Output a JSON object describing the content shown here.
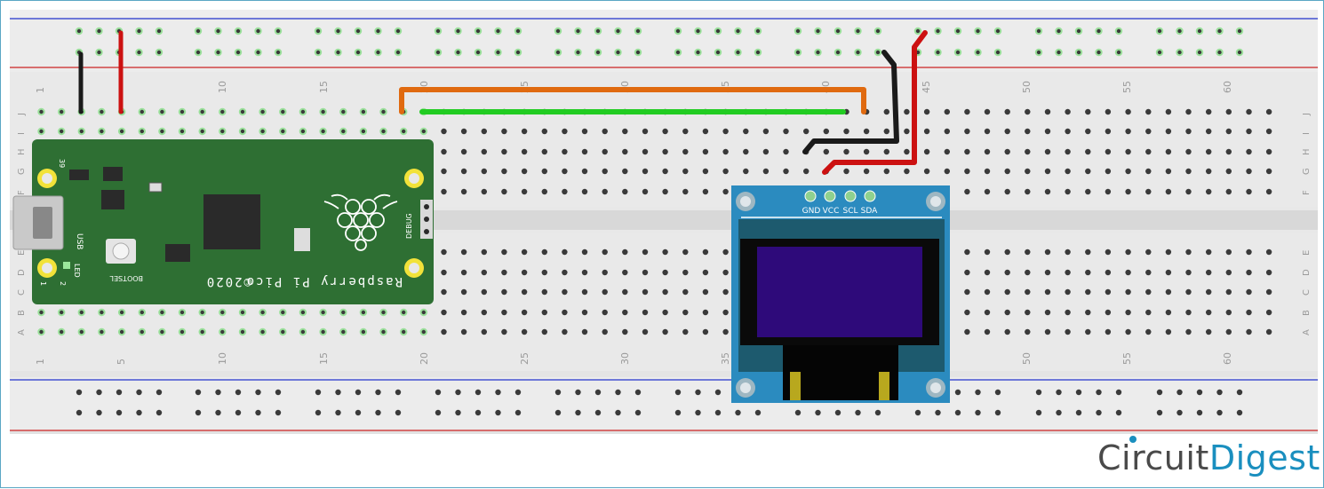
{
  "breadboard": {
    "column_numbers": [
      "1",
      "5",
      "10",
      "15",
      "20",
      "25",
      "30",
      "35",
      "40",
      "45",
      "50",
      "55",
      "60"
    ],
    "row_letters_top": [
      "J",
      "I",
      "H",
      "G",
      "F"
    ],
    "row_letters_bottom": [
      "E",
      "D",
      "C",
      "B",
      "A"
    ]
  },
  "pico": {
    "board_name": "Raspberry Pi Pico",
    "year": "©2020",
    "usb_label": "USB",
    "bootsel_label": "BOOTSEL",
    "led_label": "LED",
    "debug_label": "DEBUG",
    "pin_39": "39",
    "pin_1": "1",
    "pin_2": "2"
  },
  "oled": {
    "pin_labels": [
      "GND",
      "VCC",
      "SCL",
      "SDA"
    ],
    "screen_color": "#2e0a7a",
    "pcb_color": "#2b8bbf"
  },
  "wires": {
    "black": "#1a1a1a",
    "red": "#cc1111",
    "orange": "#e06a10",
    "green": "#22cc22"
  },
  "brand": {
    "part1": "Circuit",
    "part2": "Digest"
  }
}
